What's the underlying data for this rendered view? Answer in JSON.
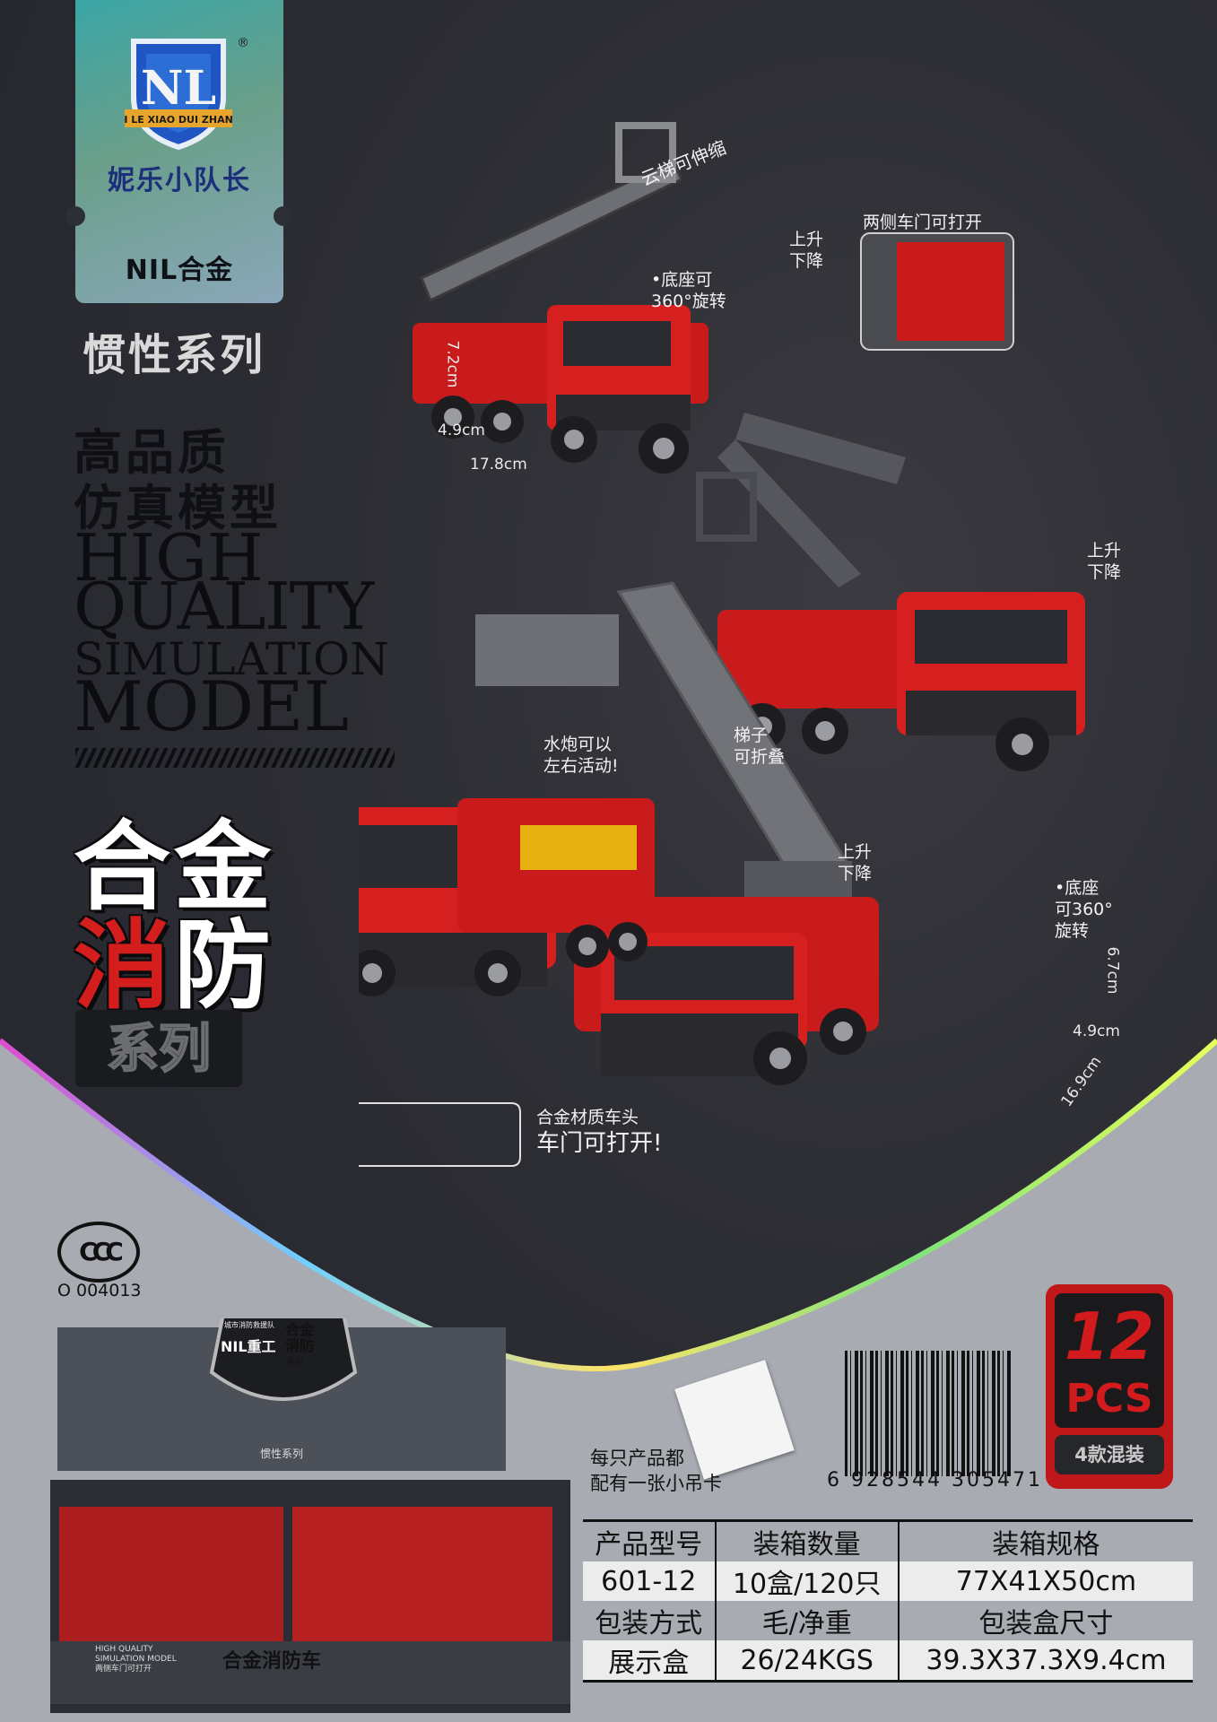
{
  "brand": {
    "logo_letters": "NL",
    "logo_ribbon": "NI LE XIAO DUI ZHANG",
    "registered": "®",
    "name_cn": "妮乐小队长",
    "mark": "NIL合金"
  },
  "series_label": "惯性系列",
  "headline_cn": [
    "高品质",
    "仿真模型"
  ],
  "headline_en": [
    "HIGH",
    "QUALITY",
    "SIMULATION",
    "MODEL"
  ],
  "title": {
    "line1": "合金",
    "line2_a": "消",
    "line2_b": "防",
    "series": "系列"
  },
  "callouts": {
    "ladder_extend": "云梯可伸缩",
    "up_down_1": [
      "上升",
      "下降"
    ],
    "base_rotate_1": [
      "•底座可",
      "360°旋转"
    ],
    "doors_open": "两侧车门可打开",
    "up_down_2": [
      "上升",
      "下降"
    ],
    "cannon": [
      "水炮可以",
      "左右活动!"
    ],
    "ladder_fold": [
      "梯子",
      "可折叠"
    ],
    "up_down_3": [
      "上升",
      "下降"
    ],
    "base_rotate_2": [
      "•底座",
      "可360°",
      "旋转"
    ],
    "alloy_cab": [
      "合金材质车头",
      "车门可打开!"
    ]
  },
  "dimensions": {
    "truck1": {
      "height": "7.2cm",
      "width": "4.9cm",
      "length": "17.8cm"
    },
    "truck4": {
      "height": "6.7cm",
      "width": "4.9cm",
      "length": "16.9cm"
    }
  },
  "certification": {
    "code": "O 004013"
  },
  "display_box": {
    "panel_cn": "惯性系列",
    "front_en": [
      "HIGH QUALITY",
      "SIMULATION MODEL"
    ],
    "front_cn": "两侧车门可打开",
    "front_title": "合金消防车",
    "crest_top": "城市消防救援队",
    "crest_brand": "NIL重工",
    "crest_title": [
      "合金",
      "消防"
    ],
    "crest_series": "系列"
  },
  "hang_tag_note": [
    "每只产品都",
    "配有一张小吊卡"
  ],
  "barcode_digits": "6 928544 305471",
  "pcs_badge": {
    "number": "12",
    "unit": "PCS",
    "mix": "4款混装"
  },
  "spec_table": {
    "row1": [
      "产品型号",
      "装箱数量",
      "装箱规格"
    ],
    "row2": [
      "601-12",
      "10盒/120只",
      "77X41X50cm"
    ],
    "row3": [
      "包装方式",
      "毛/净重",
      "包装盒尺寸"
    ],
    "row4": [
      "展示盒",
      "26/24KGS",
      "39.3X37.3X9.4cm"
    ]
  },
  "colors": {
    "red": "#d41d1d",
    "dark": "#2c2c33",
    "grey_panel": "#a9acb3"
  }
}
